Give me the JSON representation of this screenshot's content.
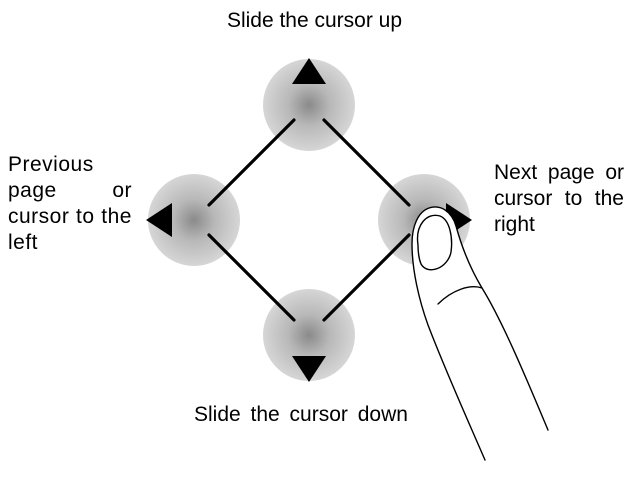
{
  "labels": {
    "up": "Slide the cursor up",
    "left": "Previous page or cursor to the left",
    "right": "Next page or cursor to the right",
    "down": "Slide the cursor down"
  },
  "icons": {
    "up": "triangle-up-icon",
    "left": "triangle-left-icon",
    "right": "triangle-right-icon",
    "down": "triangle-down-icon",
    "hand": "pointing-finger-icon"
  },
  "colors": {
    "line": "#000000",
    "pad_glow_center": "#8a8a8a",
    "pad_glow_edge": "#d4d4d4",
    "background": "#ffffff"
  }
}
